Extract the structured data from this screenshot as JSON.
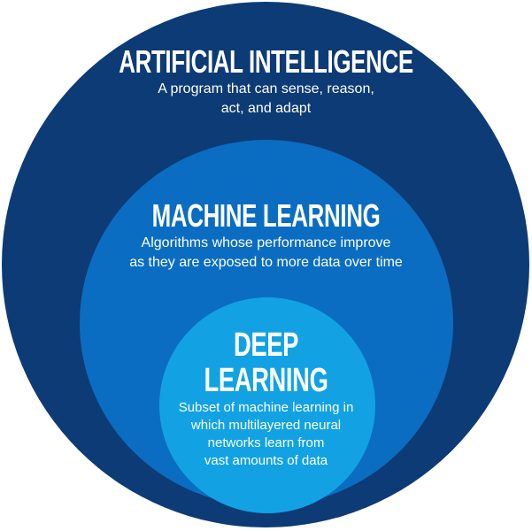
{
  "colors": {
    "outer": "#0d3b75",
    "middle": "#0a6dc2",
    "inner": "#12a2e4"
  },
  "ai": {
    "title": "ARTIFICIAL INTELLIGENCE",
    "desc_lines": [
      "A program that can sense, reason,",
      "act, and adapt"
    ]
  },
  "ml": {
    "title": "MACHINE LEARNING",
    "desc_lines": [
      "Algorithms whose performance improve",
      "as they are exposed to more data over time"
    ]
  },
  "dl": {
    "title_lines": [
      "DEEP",
      "LEARNING"
    ],
    "desc_lines": [
      "Subset of machine learning in",
      "which multilayered neural",
      "networks learn from",
      "vast amounts of data"
    ]
  }
}
